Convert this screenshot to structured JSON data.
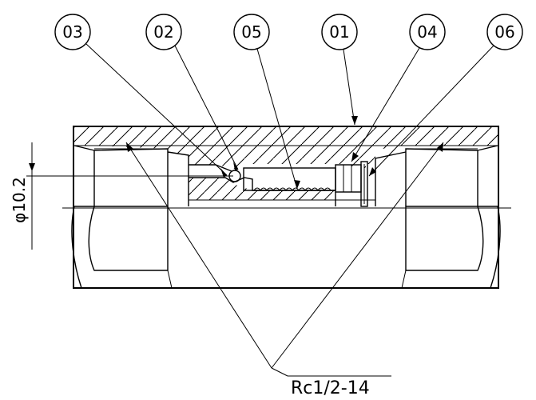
{
  "balloons": [
    {
      "id": "03",
      "label": "03"
    },
    {
      "id": "02",
      "label": "02"
    },
    {
      "id": "05",
      "label": "05"
    },
    {
      "id": "01",
      "label": "01"
    },
    {
      "id": "04",
      "label": "04"
    },
    {
      "id": "06",
      "label": "06"
    }
  ],
  "dimension": {
    "diameter_label": "φ10.2"
  },
  "thread": {
    "label": "Rc1/2-14"
  }
}
